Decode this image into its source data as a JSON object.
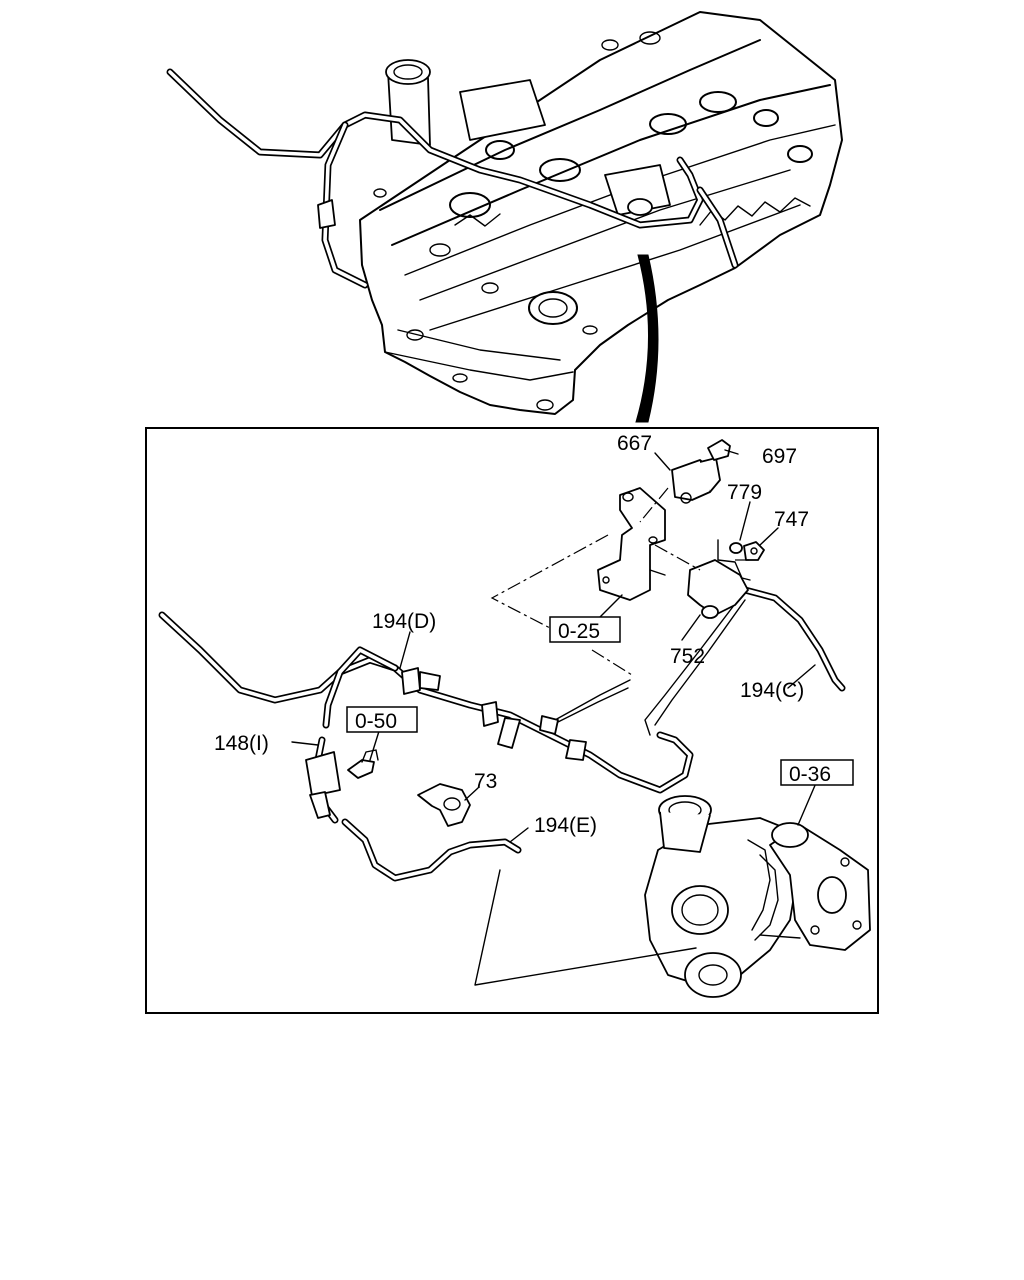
{
  "diagram": {
    "part_labels": {
      "p667": "667",
      "p697": "697",
      "p779": "779",
      "p747": "747",
      "p752": "752",
      "p73": "73",
      "p194c": "194(C)",
      "p194d": "194(D)",
      "p194e": "194(E)",
      "p148i": "148(I)"
    },
    "reference_boxes": {
      "r025": "0-25",
      "r050": "0-50",
      "r036": "0-36"
    }
  }
}
